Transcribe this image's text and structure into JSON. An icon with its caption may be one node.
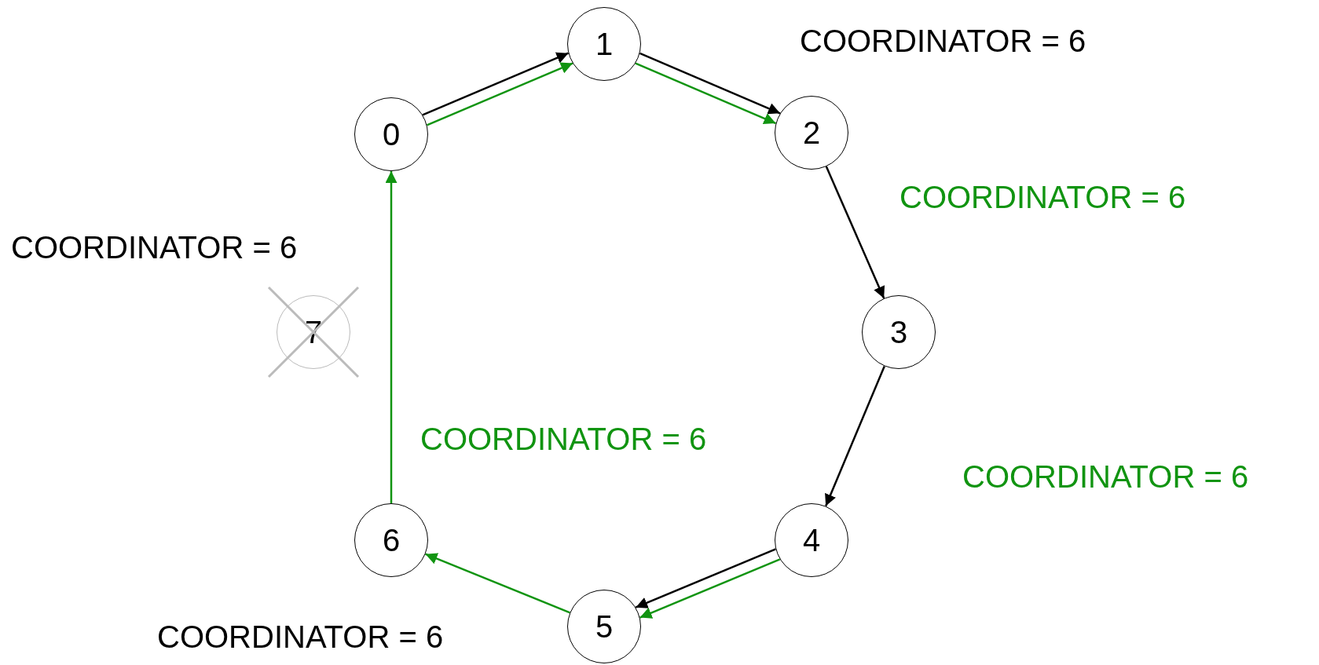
{
  "diagram": {
    "nodes": [
      {
        "text": [
          "0"
        ]
      },
      {
        "text": [
          "1"
        ]
      },
      {
        "text": [
          "2"
        ]
      },
      {
        "text": [
          "3"
        ]
      },
      {
        "text": [
          "4"
        ]
      },
      {
        "text": [
          "5"
        ]
      },
      {
        "text": [
          "6"
        ]
      },
      {
        "text": [
          "7"
        ]
      }
    ],
    "edges": [
      {
        "from": 0,
        "to": 1,
        "arrow": "to"
      },
      {
        "from": 0,
        "to": 1,
        "arrow": "to",
        "color": "#119411"
      },
      {
        "from": 1,
        "to": 2,
        "arrow": "to"
      },
      {
        "from": 1,
        "to": 2,
        "arrow": "to",
        "color": "#119411"
      },
      {
        "from": 2,
        "to": 3,
        "arrow": "to"
      },
      {
        "from": 3,
        "to": 4,
        "arrow": "to"
      },
      {
        "from": 4,
        "to": 5,
        "arrow": "to"
      },
      {
        "from": 4,
        "to": 5,
        "arrow": "to",
        "color": "#119411"
      },
      {
        "from": 5,
        "to": 6,
        "arrow": "to",
        "color": "#119411"
      },
      {
        "from": 6,
        "to": 0,
        "arrow": "to",
        "color": "#119411"
      }
    ],
    "labels": [
      "COORDINATOR = 6",
      "COORDINATOR = 6",
      "COORDINATOR = 6",
      "COORDINATOR = 6",
      "COORDINATOR = 6",
      "COORDINATOR = 6"
    ]
  }
}
